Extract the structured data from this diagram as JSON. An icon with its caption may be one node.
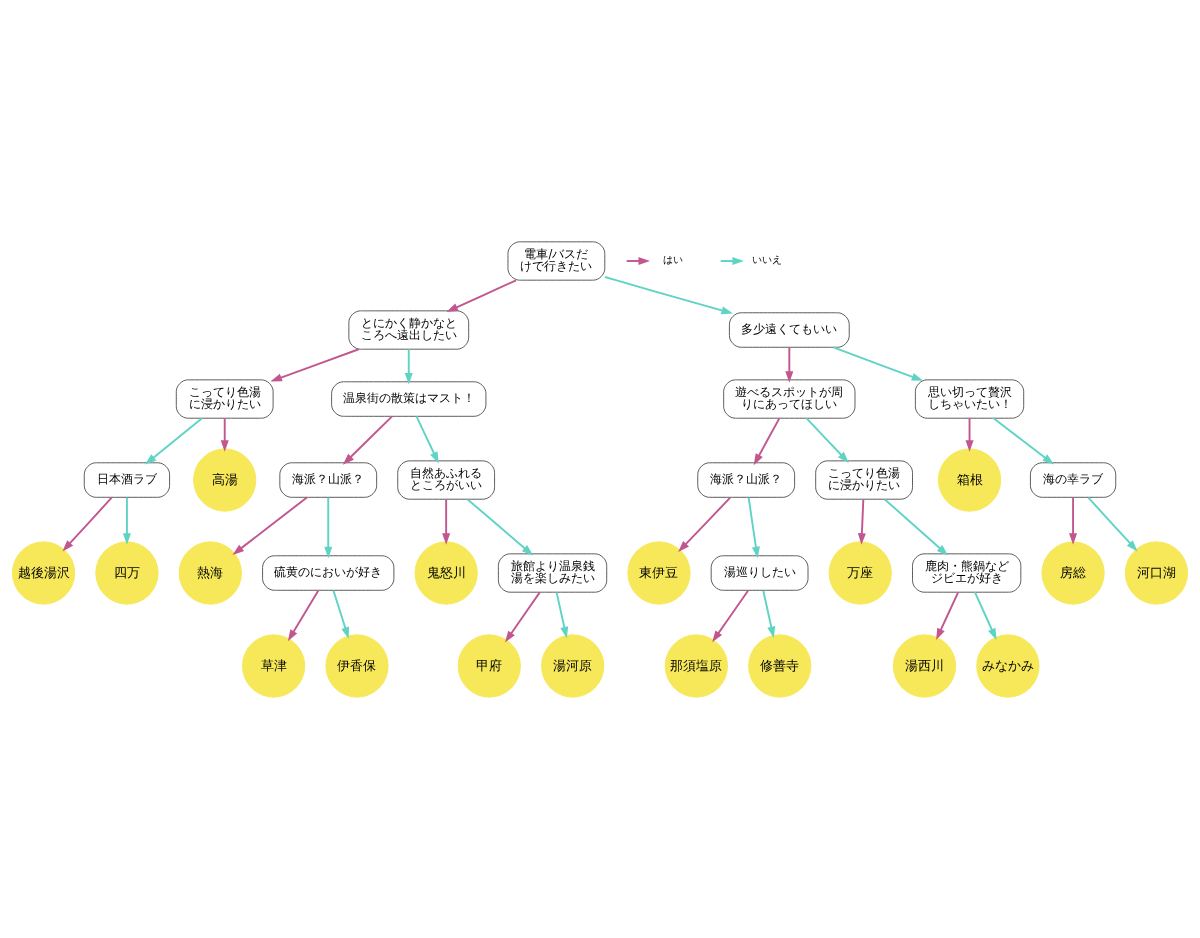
{
  "diagram": {
    "nodes": [
      {
        "text": [
          "電車/バスだけで行きたい"
        ]
      },
      {
        "text": [
          "とにかく静かなところへ遠出したい"
        ]
      },
      {
        "text": [
          "多少遠くてもいい"
        ]
      },
      {
        "text": [
          "こってり色湯に浸かりたい"
        ]
      },
      {
        "text": [
          "温泉街の散策はマスト！"
        ]
      },
      {
        "text": [
          "遊べるスポットが周りにあってほしい"
        ]
      },
      {
        "text": [
          "思い切って贅沢しちゃいたい！"
        ]
      },
      {
        "text": [
          "日本酒ラブ"
        ]
      },
      {
        "text": [
          "海派？山派？"
        ]
      },
      {
        "text": [
          "自然あふれるところがいい"
        ]
      },
      {
        "text": [
          "海派？山派？"
        ]
      },
      {
        "text": [
          "こってり色湯に浸かりたい"
        ]
      },
      {
        "text": [
          "箱根"
        ]
      },
      {
        "text": [
          "高湯"
        ]
      },
      {
        "text": [
          "熱海"
        ]
      },
      {
        "text": [
          "鬼怒川"
        ]
      },
      {
        "text": [
          "東伊豆"
        ]
      },
      {
        "text": [
          "万座"
        ]
      },
      {
        "text": [
          "海の幸ラブ"
        ]
      },
      {
        "text": [
          "越後湯沢"
        ]
      },
      {
        "text": [
          "硫黄のにおいが好き"
        ]
      },
      {
        "text": [
          "旅館より温泉銭湯を楽しみたい"
        ]
      },
      {
        "text": [
          "湯巡りしたい"
        ]
      },
      {
        "text": [
          "鹿肉・熊鍋などジビエが好き"
        ]
      },
      {
        "text": [
          "房総"
        ]
      },
      {
        "text": [
          "河口湖"
        ]
      },
      {
        "text": [
          "四万"
        ]
      },
      {
        "text": [
          "草津"
        ]
      },
      {
        "text": [
          "伊香保"
        ]
      },
      {
        "text": [
          "甲府"
        ]
      },
      {
        "text": [
          "湯河原"
        ]
      },
      {
        "text": [
          "那須塩原"
        ]
      },
      {
        "text": [
          "修善寺"
        ]
      },
      {
        "text": [
          "湯西川"
        ]
      },
      {
        "text": [
          "みなかみ"
        ]
      }
    ],
    "edges": [
      {
        "from": 0,
        "to": 1,
        "arrow": "to",
        "color": "#c2568f"
      },
      {
        "from": 0,
        "to": 2,
        "arrow": "to",
        "color": "#5fd3c4"
      },
      {
        "from": 1,
        "to": 3,
        "arrow": "to",
        "color": "#c2568f"
      },
      {
        "from": 1,
        "to": 4,
        "arrow": "to",
        "color": "#5fd3c4"
      },
      {
        "from": 2,
        "to": 5,
        "arrow": "to",
        "color": "#c2568f"
      },
      {
        "from": 2,
        "to": 6,
        "arrow": "to",
        "color": "#5fd3c4"
      },
      {
        "from": 3,
        "to": 13,
        "arrow": "to",
        "color": "#c2568f"
      },
      {
        "from": 3,
        "to": 7,
        "arrow": "to",
        "color": "#5fd3c4"
      },
      {
        "from": 7,
        "to": 19,
        "arrow": "to",
        "color": "#c2568f"
      },
      {
        "from": 7,
        "to": 26,
        "arrow": "to",
        "color": "#5fd3c4"
      },
      {
        "from": 4,
        "to": 8,
        "arrow": "to",
        "color": "#c2568f"
      },
      {
        "from": 4,
        "to": 9,
        "arrow": "to",
        "color": "#5fd3c4"
      },
      {
        "from": 8,
        "to": 14,
        "arrow": "to",
        "color": "#c2568f"
      },
      {
        "from": 8,
        "to": 20,
        "arrow": "to",
        "color": "#5fd3c4"
      },
      {
        "from": 20,
        "to": 27,
        "arrow": "to",
        "color": "#c2568f"
      },
      {
        "from": 20,
        "to": 28,
        "arrow": "to",
        "color": "#5fd3c4"
      },
      {
        "from": 9,
        "to": 15,
        "arrow": "to",
        "color": "#c2568f"
      },
      {
        "from": 9,
        "to": 21,
        "arrow": "to",
        "color": "#5fd3c4"
      },
      {
        "from": 21,
        "to": 29,
        "arrow": "to",
        "color": "#c2568f"
      },
      {
        "from": 21,
        "to": 30,
        "arrow": "to",
        "color": "#5fd3c4"
      },
      {
        "from": 5,
        "to": 10,
        "arrow": "to",
        "color": "#c2568f"
      },
      {
        "from": 5,
        "to": 11,
        "arrow": "to",
        "color": "#5fd3c4"
      },
      {
        "from": 10,
        "to": 16,
        "arrow": "to",
        "color": "#c2568f"
      },
      {
        "from": 10,
        "to": 22,
        "arrow": "to",
        "color": "#5fd3c4"
      },
      {
        "from": 22,
        "to": 31,
        "arrow": "to",
        "color": "#c2568f"
      },
      {
        "from": 22,
        "to": 32,
        "arrow": "to",
        "color": "#5fd3c4"
      },
      {
        "from": 11,
        "to": 17,
        "arrow": "to",
        "color": "#c2568f"
      },
      {
        "from": 11,
        "to": 23,
        "arrow": "to",
        "color": "#5fd3c4"
      },
      {
        "from": 23,
        "to": 33,
        "arrow": "to",
        "color": "#c2568f"
      },
      {
        "from": 23,
        "to": 34,
        "arrow": "to",
        "color": "#5fd3c4"
      },
      {
        "from": 6,
        "to": 12,
        "arrow": "to",
        "color": "#c2568f"
      },
      {
        "from": 6,
        "to": 18,
        "arrow": "to",
        "color": "#5fd3c4"
      },
      {
        "from": 18,
        "to": 24,
        "arrow": "to",
        "color": "#c2568f"
      },
      {
        "from": 18,
        "to": 25,
        "arrow": "to",
        "color": "#5fd3c4"
      }
    ],
    "legend": [
      {
        "text": "はい"
      },
      {
        "text": "いいえ"
      }
    ]
  }
}
